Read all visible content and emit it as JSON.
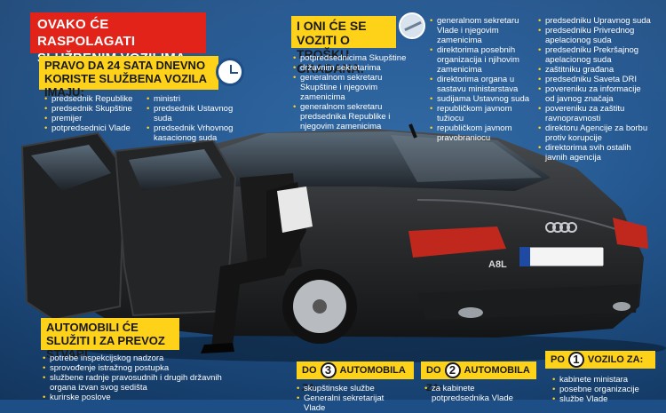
{
  "header": {
    "title": "OVAKO ĆE RASPOLAGATI SLUŽBENIM VOZILIMA"
  },
  "box24": {
    "title": "PRAVO DA 24 SATA DNEVNO KORISTE SLUŽBENA VOZILA IMAJU:"
  },
  "list_24_left": [
    "predsednik Republike",
    "predsednik Skupštine",
    "premijer",
    "potpredsednici Vlade"
  ],
  "list_24_right": [
    "ministri",
    "predsednik Ustavnog suda",
    "predsednik Vrhovnog kasacionog suda"
  ],
  "box_cost": {
    "title": "I ONI ĆE SE VOZITI O TROŠKU GRAĐANA:"
  },
  "list_cost_1": [
    "potpredsednicima Skupštine",
    "državnim sekretarima",
    "generalnom sekretaru Skupštine i njegovim zamenicima",
    "generalnom sekretaru predsednika Republike i njegovim zamenicima"
  ],
  "list_cost_2": [
    "generalnom sekretaru Vlade i njegovim zamenicima",
    "direktorima posebnih organizacija i njihovim zamenicima",
    "direktorima organa u sastavu ministarstava",
    "sudijama Ustavnog suda",
    "republičkom javnom tužiocu",
    "republičkom javnom pravobraniocu"
  ],
  "list_cost_3": [
    "predsedniku Upravnog suda",
    "predsedniku Privrednog apelacionog suda",
    "predsedniku Prekršajnog apelacionog suda",
    "zaštitniku građana",
    "predsedniku Saveta DRI",
    "povereniku za informacije od javnog značaja",
    "povereniku za zaštitu ravnopravnosti",
    "direktoru Agencije za borbu protiv korupcije",
    "direktorima svih ostalih javnih agencija"
  ],
  "box_goods": {
    "title": "AUTOMOBILI ĆE SLUŽITI I ZA PREVOZ STVARI"
  },
  "list_goods": [
    "potrebe inspekcijskog nadzora",
    "sprovođenje istražnog postupka",
    "službene radnje pravosudnih i drugih državnih organa izvan svog sedišta",
    "kurirske poslove"
  ],
  "count3": {
    "prefix": "DO",
    "num": "3",
    "suffix": "AUTOMOBILA ZA:"
  },
  "list_count3": [
    "skupštinske službe",
    "Generalni sekretarijat Vlade"
  ],
  "count2": {
    "prefix": "DO",
    "num": "2",
    "suffix": "AUTOMOBILA ZA:"
  },
  "list_count2": [
    "za kabinete potpredsednika Vlade"
  ],
  "count1": {
    "prefix": "PO",
    "num": "1",
    "suffix": "VOZILO ZA:"
  },
  "list_count1": [
    "kabinete ministara",
    "posebne organizacije",
    "službe Vlade"
  ],
  "car": {
    "model_badge": "A8L",
    "plate_text": "",
    "colors": {
      "body": "#2a2c2e",
      "light": "#c0281e"
    }
  }
}
